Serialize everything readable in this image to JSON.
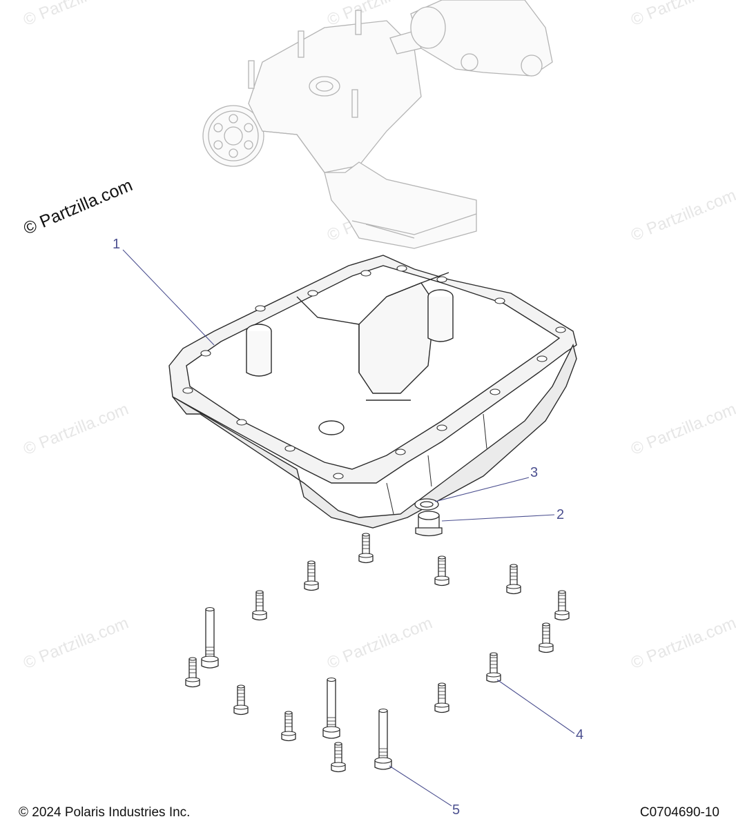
{
  "watermark": {
    "main_text": "© Partzilla.com",
    "faint_text": "© Partzilla.com"
  },
  "callouts": [
    "1",
    "2",
    "3",
    "4",
    "5"
  ],
  "footer": {
    "copyright": "© 2024 Polaris Industries Inc.",
    "diagram_code": "C0704690-10"
  },
  "colors": {
    "line": "#2a2a2a",
    "callout": "#4b4f8f",
    "watermark": "#e6e6e6"
  },
  "parts": [
    {
      "ref": "1",
      "icon": "oil-pan"
    },
    {
      "ref": "2",
      "icon": "drain-plug"
    },
    {
      "ref": "3",
      "icon": "sealing-washer"
    },
    {
      "ref": "4",
      "icon": "flange-bolt-short"
    },
    {
      "ref": "5",
      "icon": "flange-bolt-long"
    }
  ]
}
